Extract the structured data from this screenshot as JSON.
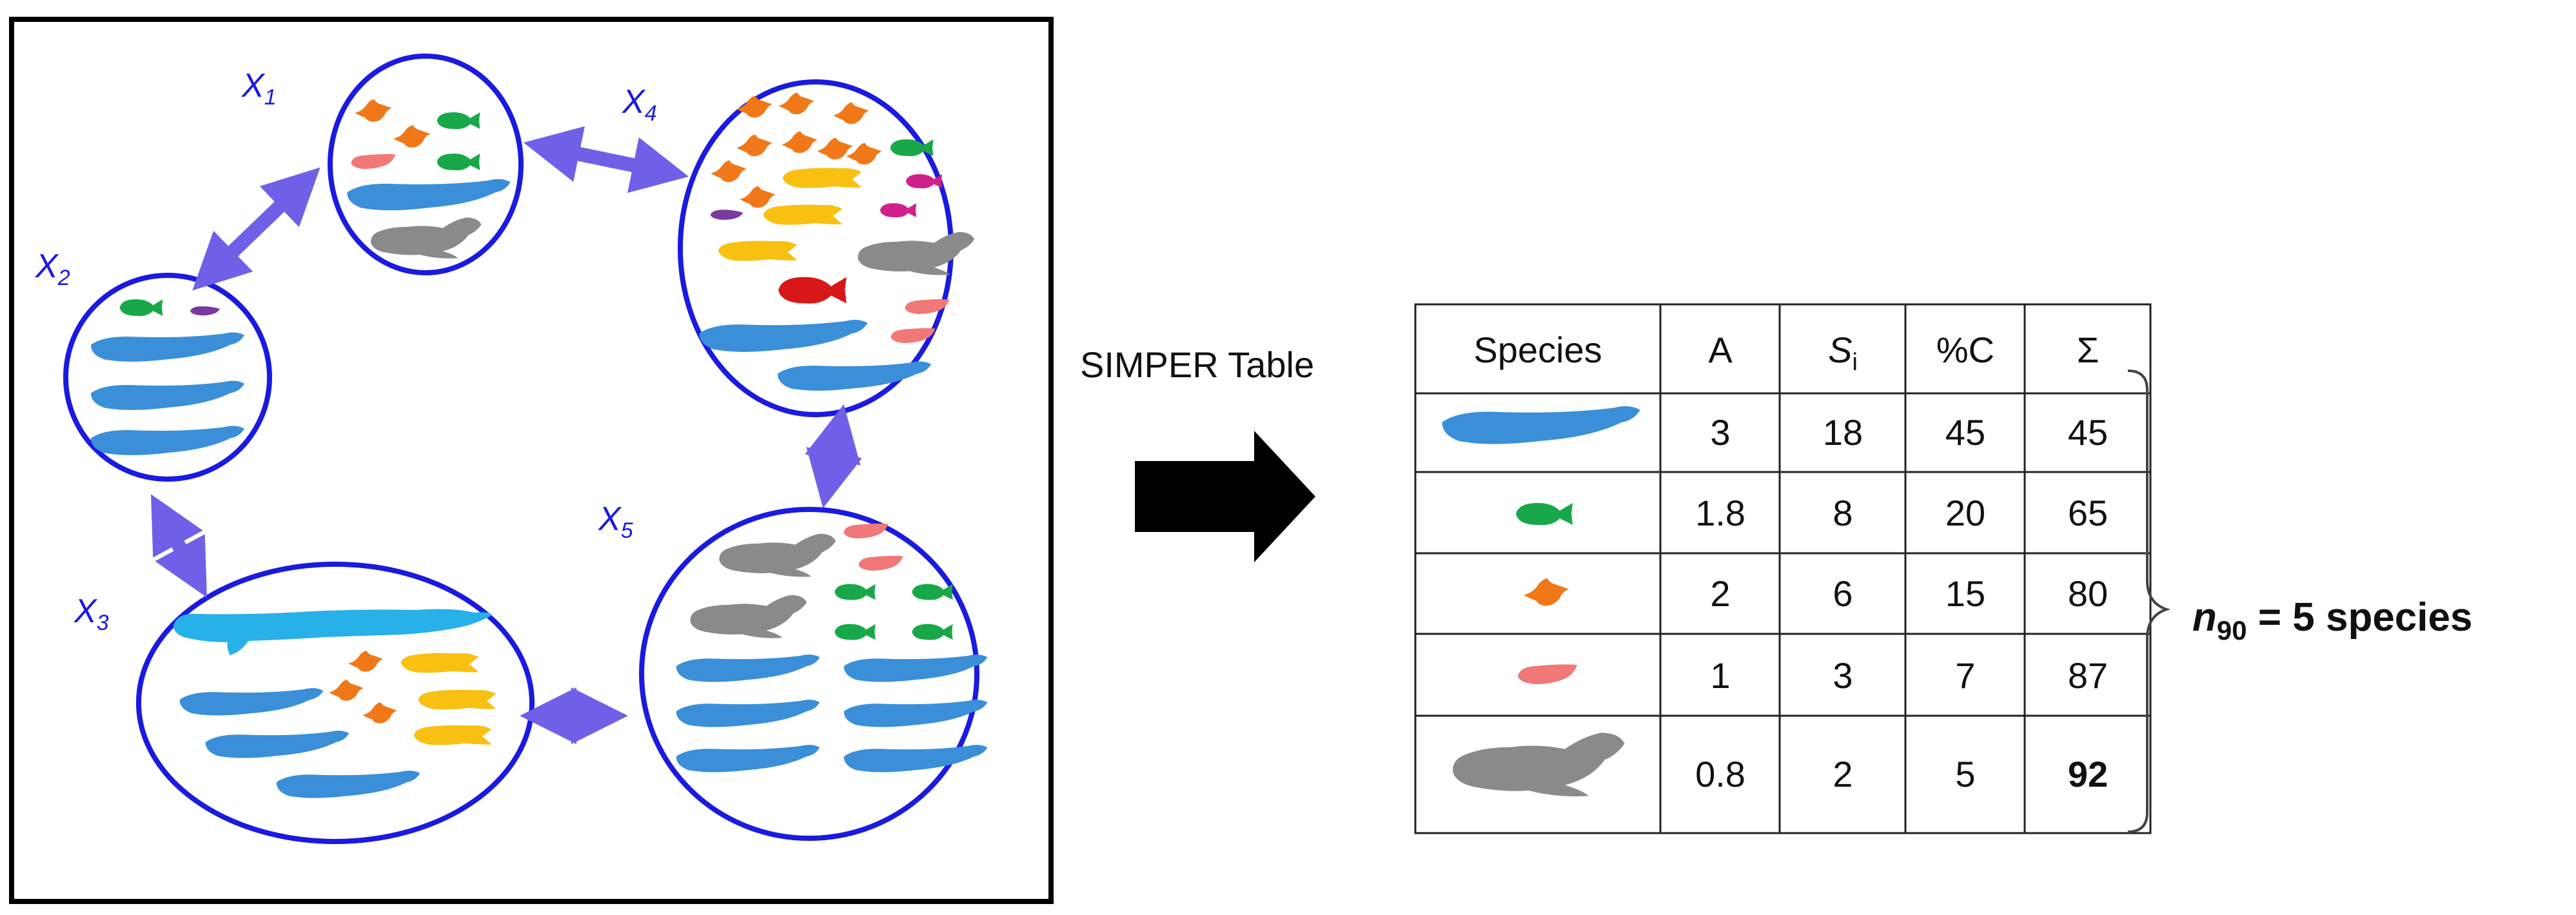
{
  "colors": {
    "circle_stroke": "#1a1ae0",
    "arrow": "#7060e8",
    "blue_whale": "#3a8fd8",
    "whale_shark": "#28b0e8",
    "green_fish": "#18a84a",
    "orange_fish": "#f07818",
    "pink_fish": "#f07878",
    "gray_seal": "#8a8a8a",
    "yellow_fish": "#f8c010",
    "magenta_fish": "#d0208a",
    "purple_fish": "#7a3aa0",
    "red_fish": "#d81818"
  },
  "sites": [
    {
      "id": "x1",
      "main": "X",
      "sub": "1"
    },
    {
      "id": "x2",
      "main": "X",
      "sub": "2"
    },
    {
      "id": "x3",
      "main": "X",
      "sub": "3"
    },
    {
      "id": "x4",
      "main": "X",
      "sub": "4"
    },
    {
      "id": "x5",
      "main": "X",
      "sub": "5"
    }
  ],
  "simper_label": "SIMPER Table",
  "table": {
    "headers": {
      "species": "Species",
      "a": "A",
      "si_main": "S",
      "si_sub": "i",
      "pc": "%C",
      "sigma": "Σ"
    },
    "rows": [
      {
        "species_icon": "blue-whale-icon",
        "a": "3",
        "si": "18",
        "pc": "45",
        "sigma": "45"
      },
      {
        "species_icon": "green-fish-icon",
        "a": "1.8",
        "si": "8",
        "pc": "20",
        "sigma": "65"
      },
      {
        "species_icon": "orange-fish-icon",
        "a": "2",
        "si": "6",
        "pc": "15",
        "sigma": "80"
      },
      {
        "species_icon": "pink-fish-icon",
        "a": "1",
        "si": "3",
        "pc": "7",
        "sigma": "87"
      },
      {
        "species_icon": "gray-seal-icon",
        "a": "0.8",
        "si": "2",
        "pc": "5",
        "sigma": "92"
      }
    ]
  },
  "result": {
    "n_main": "n",
    "n_sub": "90",
    "text": " = 5 species"
  }
}
